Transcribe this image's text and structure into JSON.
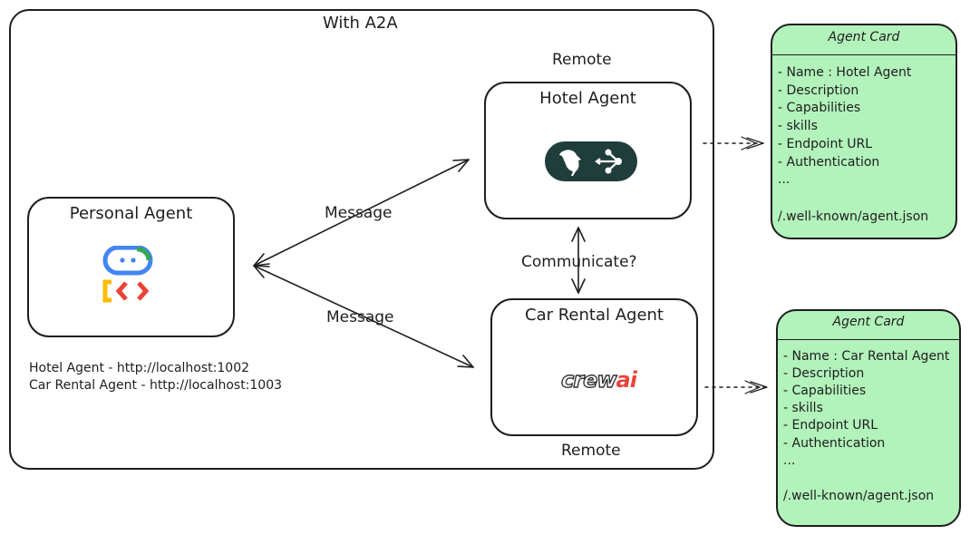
{
  "frame_title": "With A2A",
  "personal_agent": {
    "title": "Personal Agent"
  },
  "hotel_agent": {
    "title": "Hotel Agent",
    "remote_label": "Remote"
  },
  "car_agent": {
    "title": "Car Rental Agent",
    "remote_label": "Remote",
    "logo_text_a": "crew",
    "logo_text_b": "ai"
  },
  "edges": {
    "message_top": "Message",
    "message_bottom": "Message",
    "communicate": "Communicate?"
  },
  "notes": [
    "Hotel Agent - http://localhost:1002",
    "Car Rental Agent - http://localhost:1003"
  ],
  "hotel_card": {
    "title": "Agent Card",
    "fields": [
      "- Name : Hotel Agent",
      "- Description",
      "- Capabilities",
      "- skills",
      "- Endpoint URL",
      "- Authentication",
      "..."
    ],
    "path": "/.well-known/agent.json"
  },
  "car_card": {
    "title": "Agent Card",
    "fields": [
      "- Name : Car Rental Agent",
      "- Description",
      "- Capabilities",
      "- skills",
      "- Endpoint URL",
      "- Authentication",
      "..."
    ],
    "path": "/.well-known/agent.json"
  },
  "colors": {
    "card_fill": "#b2f2bb",
    "stroke": "#1e1e1e",
    "hotel_logo_bg": "#1f3d3a",
    "crew_red": "#e8453c"
  }
}
